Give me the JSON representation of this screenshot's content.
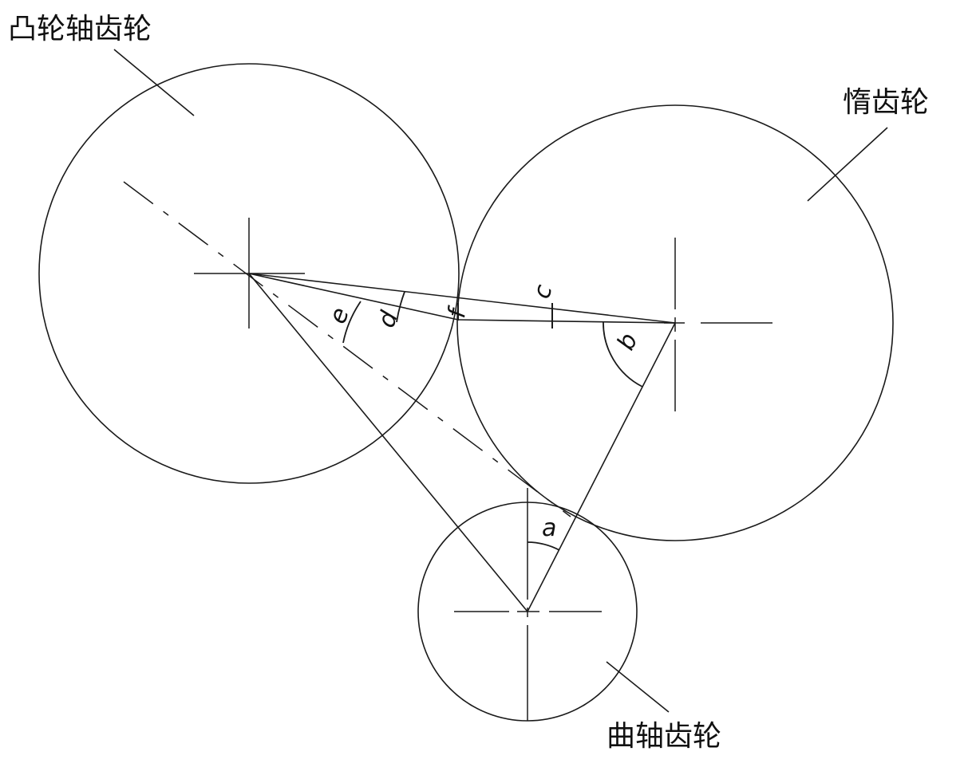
{
  "labels": {
    "camshaft_gear": "凸轮轴齿轮",
    "idler_gear": "惰齿轮",
    "crankshaft_gear": "曲轴齿轮"
  },
  "angles": {
    "a": "a",
    "b": "b",
    "c": "c",
    "d": "d",
    "e": "e",
    "f": "f"
  }
}
